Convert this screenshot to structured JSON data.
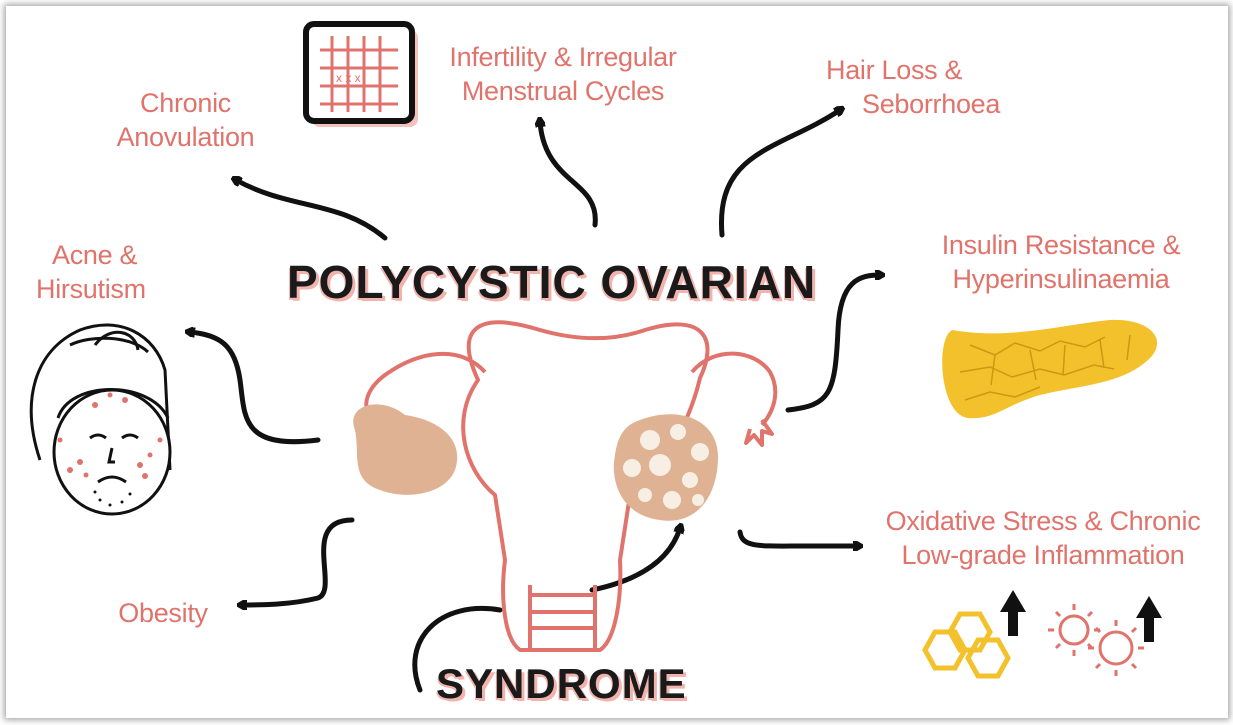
{
  "title": {
    "line1": "POLYCYSTIC OVARIAN",
    "line2": "SYNDROME"
  },
  "labels": {
    "chronic_anovulation": [
      "Chronic",
      "Anovulation"
    ],
    "infertility": [
      "Infertility & Irregular",
      "Menstrual Cycles"
    ],
    "hair_loss": [
      "Hair Loss &",
      "Seborrhoea"
    ],
    "insulin": [
      "Insulin Resistance &",
      "Hyperinsulinaemia"
    ],
    "oxidative": [
      "Oxidative Stress & Chronic",
      "Low-grade Inflammation"
    ],
    "obesity": [
      "Obesity"
    ],
    "acne": [
      "Acne &",
      "Hirsutism"
    ]
  },
  "colors": {
    "label": "#e0736b",
    "title": "#1a1a1a",
    "title_shadow": "#f2b3ad",
    "uterus_outline": "#e0736b",
    "ovary": "#e0b294",
    "pancreas": "#f3c12c",
    "hexagon": "#f3c12c",
    "arrow": "#111111"
  },
  "icons": [
    "calendar-icon",
    "face-with-acne-icon",
    "uterus-icon",
    "pancreas-icon",
    "hexagon-molecule-icon",
    "virus-icon",
    "up-arrow-icon"
  ]
}
